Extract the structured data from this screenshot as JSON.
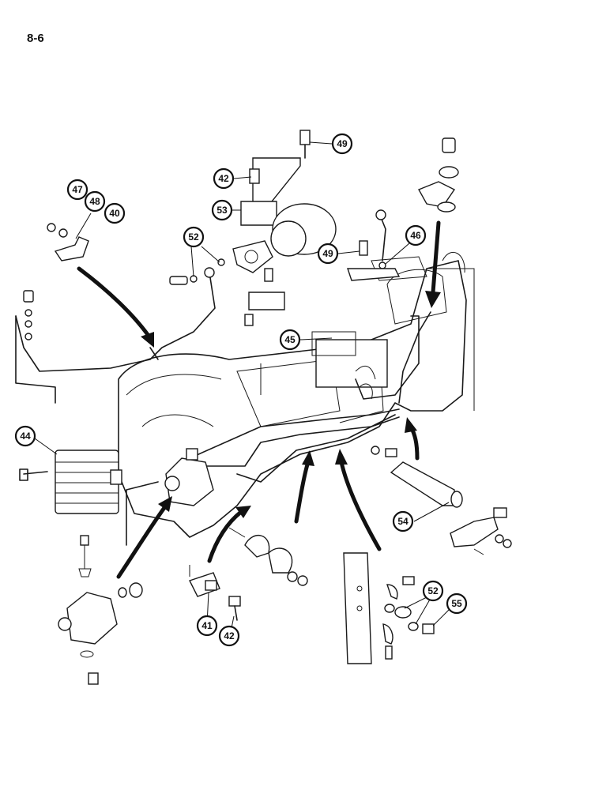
{
  "page": {
    "label": "8-6"
  },
  "callouts": [
    {
      "id": "c49a",
      "number": "49"
    },
    {
      "id": "c42a",
      "number": "42"
    },
    {
      "id": "c53",
      "number": "53"
    },
    {
      "id": "c47",
      "number": "47"
    },
    {
      "id": "c48",
      "number": "48"
    },
    {
      "id": "c40",
      "number": "40"
    },
    {
      "id": "c52a",
      "number": "52"
    },
    {
      "id": "c49b",
      "number": "49"
    },
    {
      "id": "c46",
      "number": "46"
    },
    {
      "id": "c45",
      "number": "45"
    },
    {
      "id": "c44",
      "number": "44"
    },
    {
      "id": "c54",
      "number": "54"
    },
    {
      "id": "c52b",
      "number": "52"
    },
    {
      "id": "c55",
      "number": "55"
    },
    {
      "id": "c41",
      "number": "41"
    },
    {
      "id": "c42b",
      "number": "42"
    }
  ]
}
